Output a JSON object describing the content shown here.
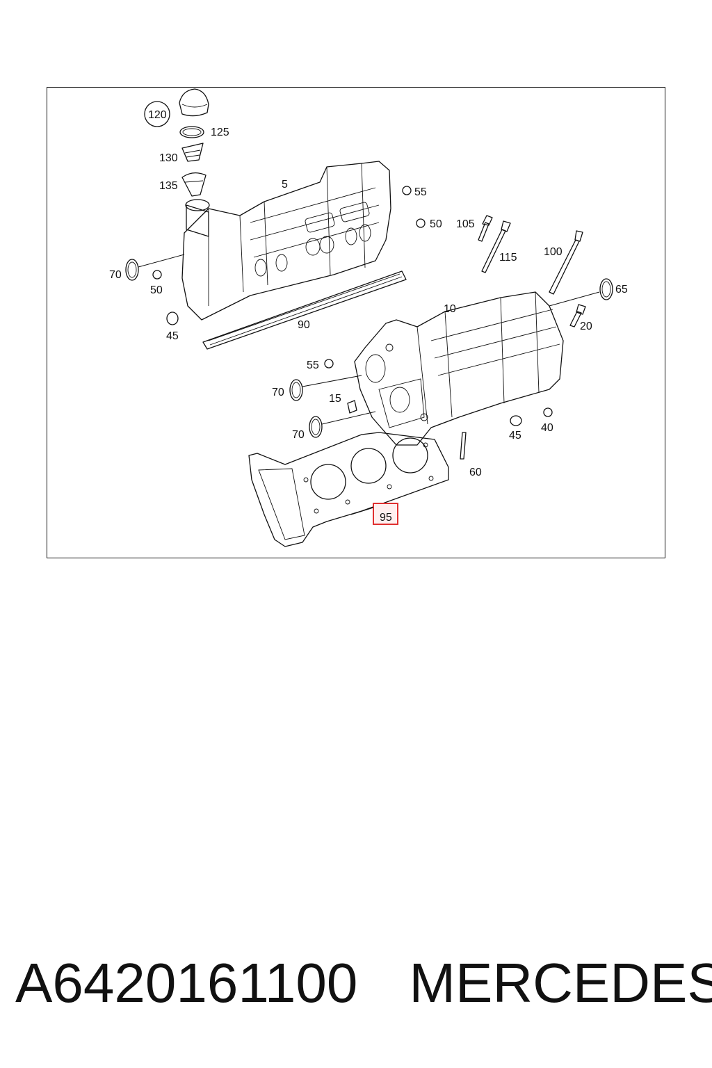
{
  "diagram": {
    "callouts": [
      "120",
      "125",
      "130",
      "135",
      "5",
      "55",
      "50",
      "105",
      "115",
      "100",
      "65",
      "70",
      "50",
      "45",
      "90",
      "10",
      "20",
      "55",
      "70",
      "15",
      "70",
      "45",
      "40",
      "60",
      "95"
    ],
    "highlighted_callout": "95",
    "highlight_color": "#e03030"
  },
  "caption": {
    "part_number": "A6420161100",
    "brand": "MERCEDES"
  }
}
